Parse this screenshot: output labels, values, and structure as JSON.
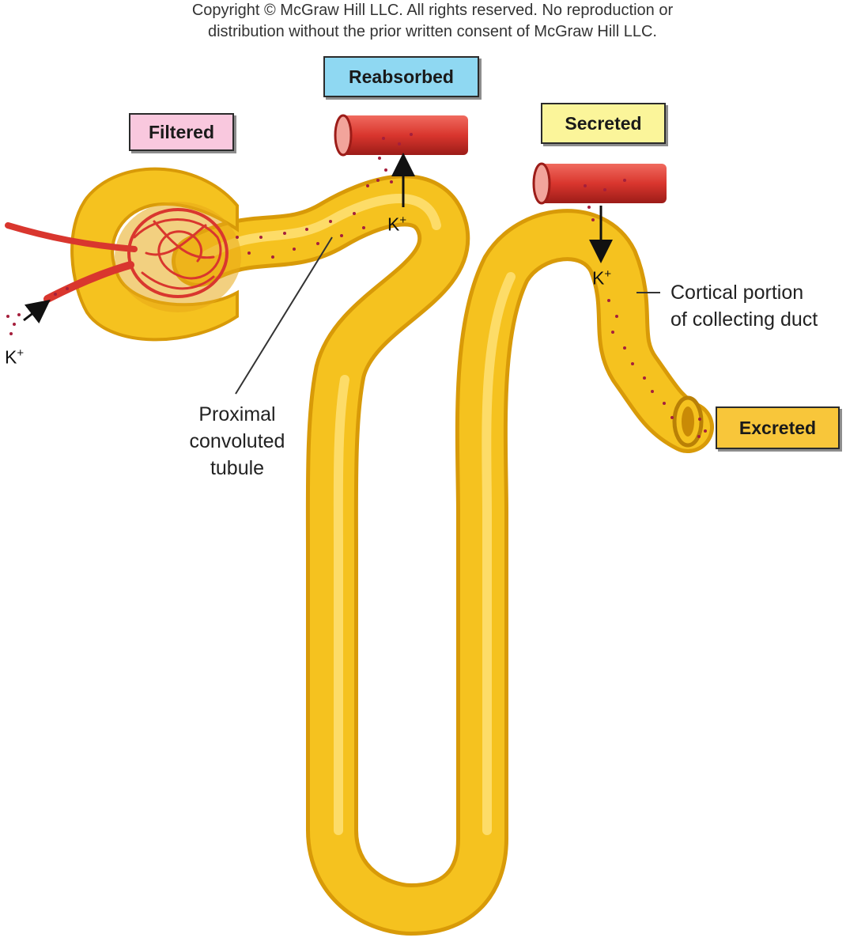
{
  "copyright": {
    "line1": "Copyright © McGraw Hill LLC. All rights reserved. No reproduction or",
    "line2": "distribution without the prior written consent of McGraw Hill LLC."
  },
  "tags": {
    "filtered": "Filtered",
    "reabsorbed": "Reabsorbed",
    "secreted": "Secreted",
    "excreted": "Excreted"
  },
  "labels": {
    "proximal_line1": "Proximal",
    "proximal_line2": "convoluted",
    "proximal_line3": "tubule",
    "cortical_line1": "Cortical portion",
    "cortical_line2": "of collecting duct"
  },
  "ions": {
    "symbol": "K",
    "charge": "+"
  },
  "colors": {
    "filtered_tag": "#f9c8de",
    "reabsorbed_tag": "#8fd8f2",
    "secreted_tag": "#fbf59a",
    "excreted_tag": "#f8c63a",
    "tubule_fill": "#f5c21f",
    "tubule_edge": "#d89a08",
    "vessel_red": "#d9362e",
    "dots": "#a51f3c"
  }
}
